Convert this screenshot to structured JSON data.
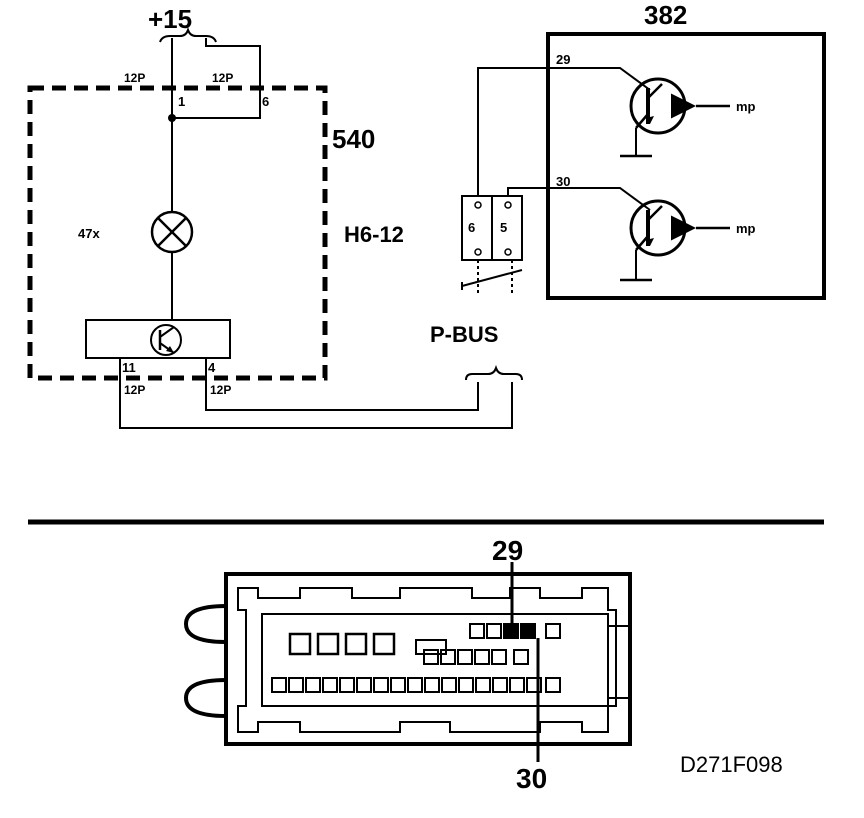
{
  "supply": {
    "label": "+15"
  },
  "module_540": {
    "id": "540",
    "connector_top_left": "12P",
    "connector_top_right": "12P",
    "pin_1": "1",
    "pin_6": "6",
    "lamp_label": "47x",
    "pin_11": "11",
    "pin_4": "4",
    "connector_bottom_left": "12P",
    "connector_bottom_right": "12P"
  },
  "connector_h6": {
    "id": "H6-12",
    "pin_6": "6",
    "pin_5": "5",
    "bus_label": "P-BUS"
  },
  "module_382": {
    "id": "382",
    "pin_29": "29",
    "pin_30": "30",
    "input_label_1": "mp",
    "input_label_2": "mp"
  },
  "connector_view": {
    "pin_top_label": "29",
    "pin_bottom_label": "30"
  },
  "figure_code": "D271F098"
}
